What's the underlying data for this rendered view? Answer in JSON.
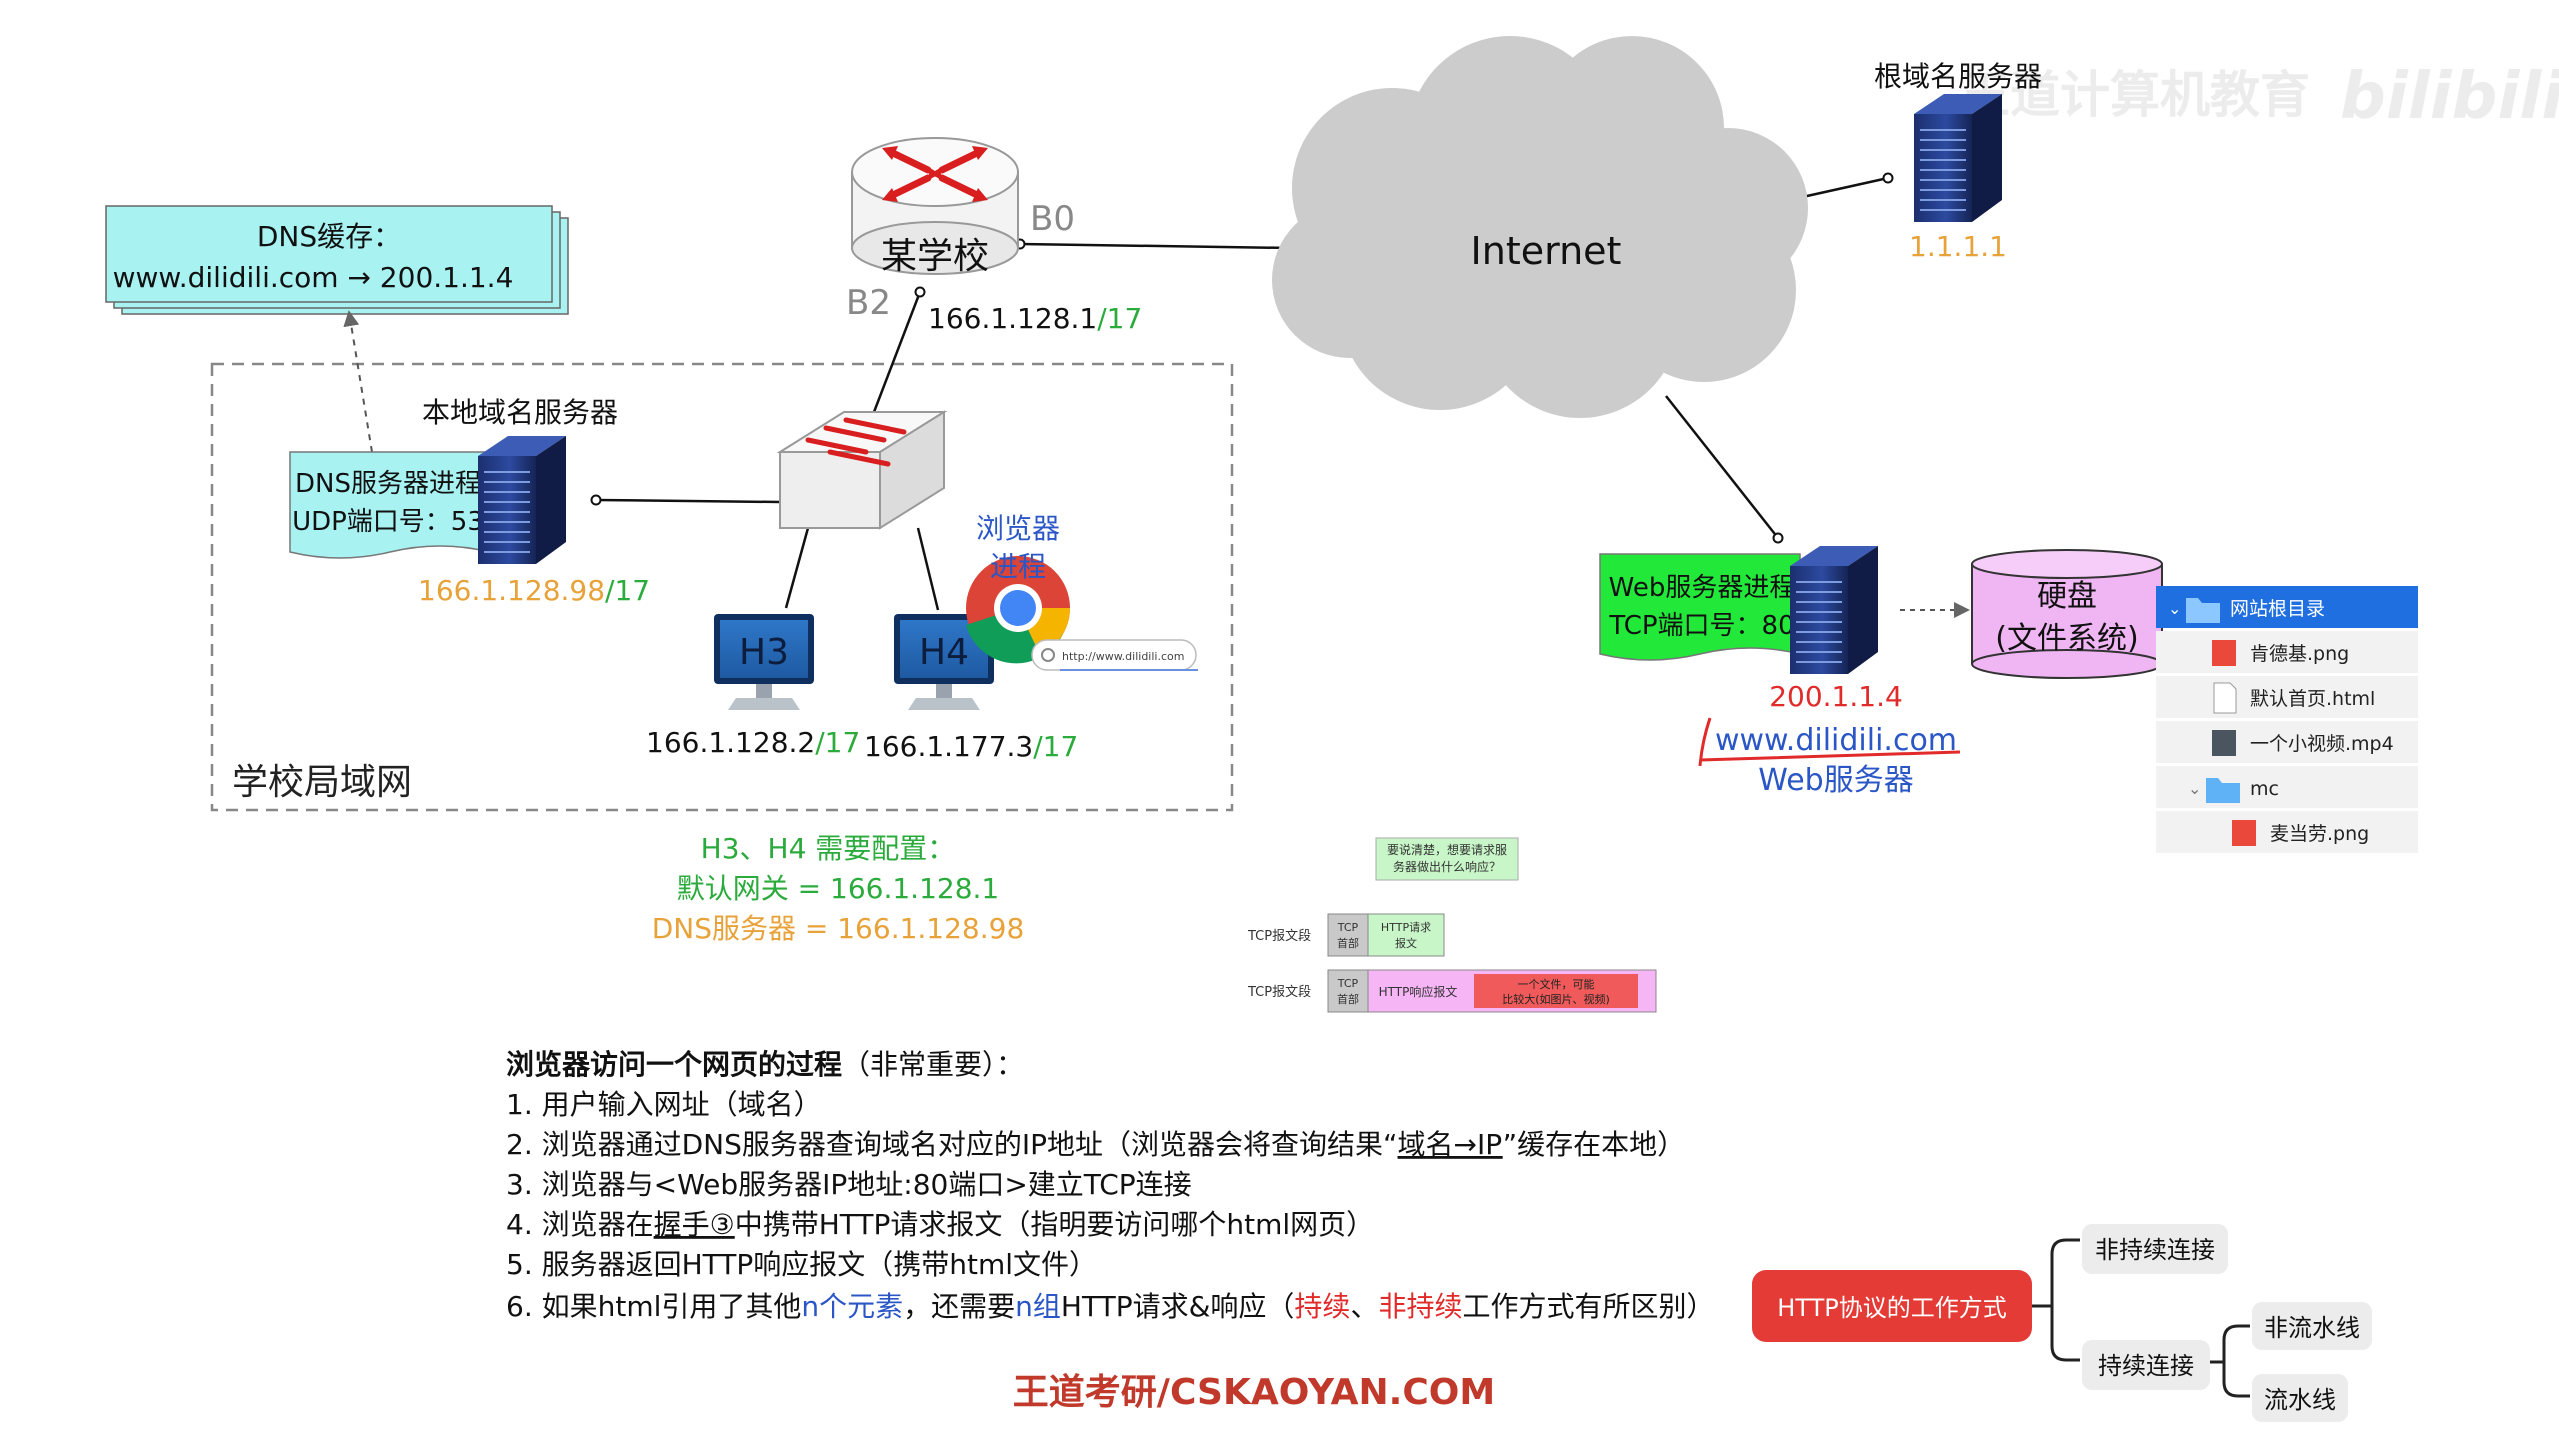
{
  "watermark": {
    "channel": "王道计算机教育",
    "site": "bilibili"
  },
  "colors": {
    "green": "#2bab3c",
    "orange": "#e8a23a",
    "blue": "#2a56c6",
    "red": "#e12a2a",
    "dns_box": "#a9f2f2",
    "web_box": "#22e83a",
    "disk": "#f0b6f3",
    "http_btn": "#e53b36"
  },
  "dns_cache": {
    "title": "DNS缓存：",
    "entry": "www.dilidili.com → 200.1.1.4"
  },
  "lan": {
    "label": "学校局域网",
    "local_dns": {
      "title": "本地域名服务器",
      "process": "DNS服务器进程",
      "port": "UDP端口号：53",
      "ip": "166.1.128.98",
      "mask": "/17"
    },
    "h3": {
      "label": "H3",
      "ip": "166.1.128.2",
      "mask": "/17"
    },
    "h4": {
      "label": "H4",
      "ip": "166.1.177.3",
      "mask": "/17"
    },
    "browser": {
      "label1": "浏览器",
      "label2": "进程",
      "url": "http://www.dilidili.com"
    }
  },
  "router": {
    "name": "某学校",
    "b0": "B0",
    "b2": "B2",
    "ip": "166.1.128.1",
    "mask": "/17"
  },
  "internet": {
    "label": "Internet"
  },
  "root_dns": {
    "title": "根域名服务器",
    "ip": "1.1.1.1"
  },
  "web_server": {
    "process": "Web服务器进程",
    "port": "TCP端口号：80",
    "ip": "200.1.1.4",
    "domain": "www.dilidili.com",
    "name": "Web服务器"
  },
  "disk": {
    "title": "硬盘",
    "subtitle": "(文件系统)"
  },
  "file_tree": [
    {
      "name": "网站根目录",
      "icon": "folder-icon",
      "indent": 0,
      "selected": true,
      "twisty": "⌄"
    },
    {
      "name": "肯德基.png",
      "icon": "image-icon",
      "indent": 1,
      "selected": false,
      "twisty": ""
    },
    {
      "name": "默认首页.html",
      "icon": "html-file-icon",
      "indent": 1,
      "selected": false,
      "twisty": ""
    },
    {
      "name": "一个小视频.mp4",
      "icon": "video-icon",
      "indent": 1,
      "selected": false,
      "twisty": ""
    },
    {
      "name": "mc",
      "icon": "folder-icon",
      "indent": 1,
      "selected": false,
      "twisty": "⌄"
    },
    {
      "name": "麦当劳.png",
      "icon": "image-icon",
      "indent": 2,
      "selected": false,
      "twisty": ""
    }
  ],
  "config_note": {
    "title": "H3、H4 需要配置：",
    "gateway": "默认网关 = 166.1.128.1",
    "dns": "DNS服务器 = 166.1.128.98"
  },
  "tcp_diagram": {
    "note": [
      "要说清楚，想要请求服",
      "务器做出什么响应？"
    ],
    "row1": {
      "label": "TCP报文段",
      "header": [
        "TCP",
        "首部"
      ],
      "payload": [
        "HTTP请求",
        "报文"
      ]
    },
    "row2": {
      "label": "TCP报文段",
      "header": [
        "TCP",
        "首部"
      ],
      "payload": "HTTP响应报文",
      "body": [
        "一个文件，可能",
        "比较大(如图片、视频)"
      ]
    }
  },
  "steps": {
    "title_bold": "浏览器访问一个网页的过程",
    "title_rest": "（非常重要）：",
    "s1": "1. 用户输入网址（域名）",
    "s2a": "2. 浏览器通过DNS服务器查询域名对应的IP地址（浏览器会将查询结果“",
    "s2u": "域名→IP",
    "s2b": "”缓存在本地）",
    "s3": "3. 浏览器与<Web服务器IP地址:80端口>建立TCP连接",
    "s4a": "4. 浏览器在",
    "s4u": "握手③",
    "s4b": "中携带HTTP请求报文（指明要访问哪个html网页）",
    "s5": "5. 服务器返回HTTP响应报文（携带html文件）",
    "s6a": "6. 如果html引用了其他",
    "s6n1": "n个元素",
    "s6b": "，还需要",
    "s6n2": "n组",
    "s6c": "HTTP请求&响应（",
    "s6r1": "持续",
    "s6d": "、",
    "s6r2": "非持续",
    "s6e": "工作方式有所区别）"
  },
  "mindmap": {
    "root": "HTTP协议的工作方式",
    "nonpersistent": "非持续连接",
    "persistent": "持续连接",
    "nonpipeline": "非流水线",
    "pipeline": "流水线"
  },
  "footer": "王道考研/CSKAOYAN.COM"
}
